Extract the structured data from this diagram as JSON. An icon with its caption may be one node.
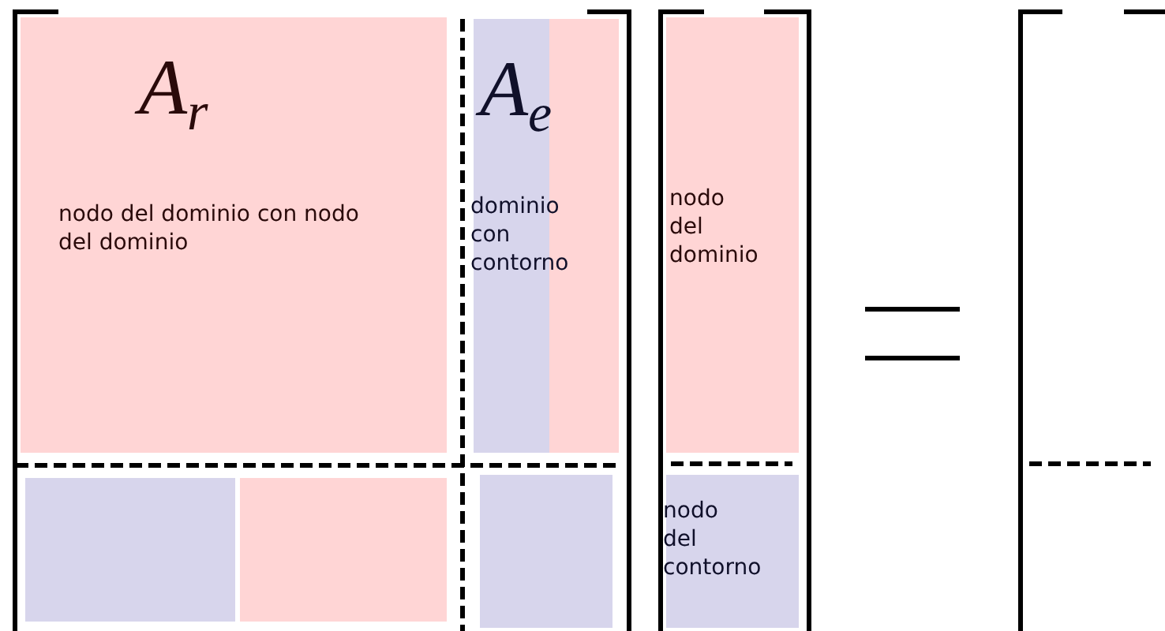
{
  "diagram": {
    "nodes": [
      {
        "text": [
          "A$_{r}$",
          "nodo del dominio con nodo del dominio"
        ]
      },
      {
        "text": [
          "A$_{e}$",
          "dominio con contorno"
        ]
      },
      {
        "text": [],
        "shape": "box"
      },
      {
        "text": [],
        "shape": "box"
      },
      {
        "text": [],
        "shape": "box"
      },
      {
        "text": [
          "nodo del dominio"
        ]
      },
      {
        "text": [
          "nodo del contorno"
        ]
      }
    ]
  }
}
